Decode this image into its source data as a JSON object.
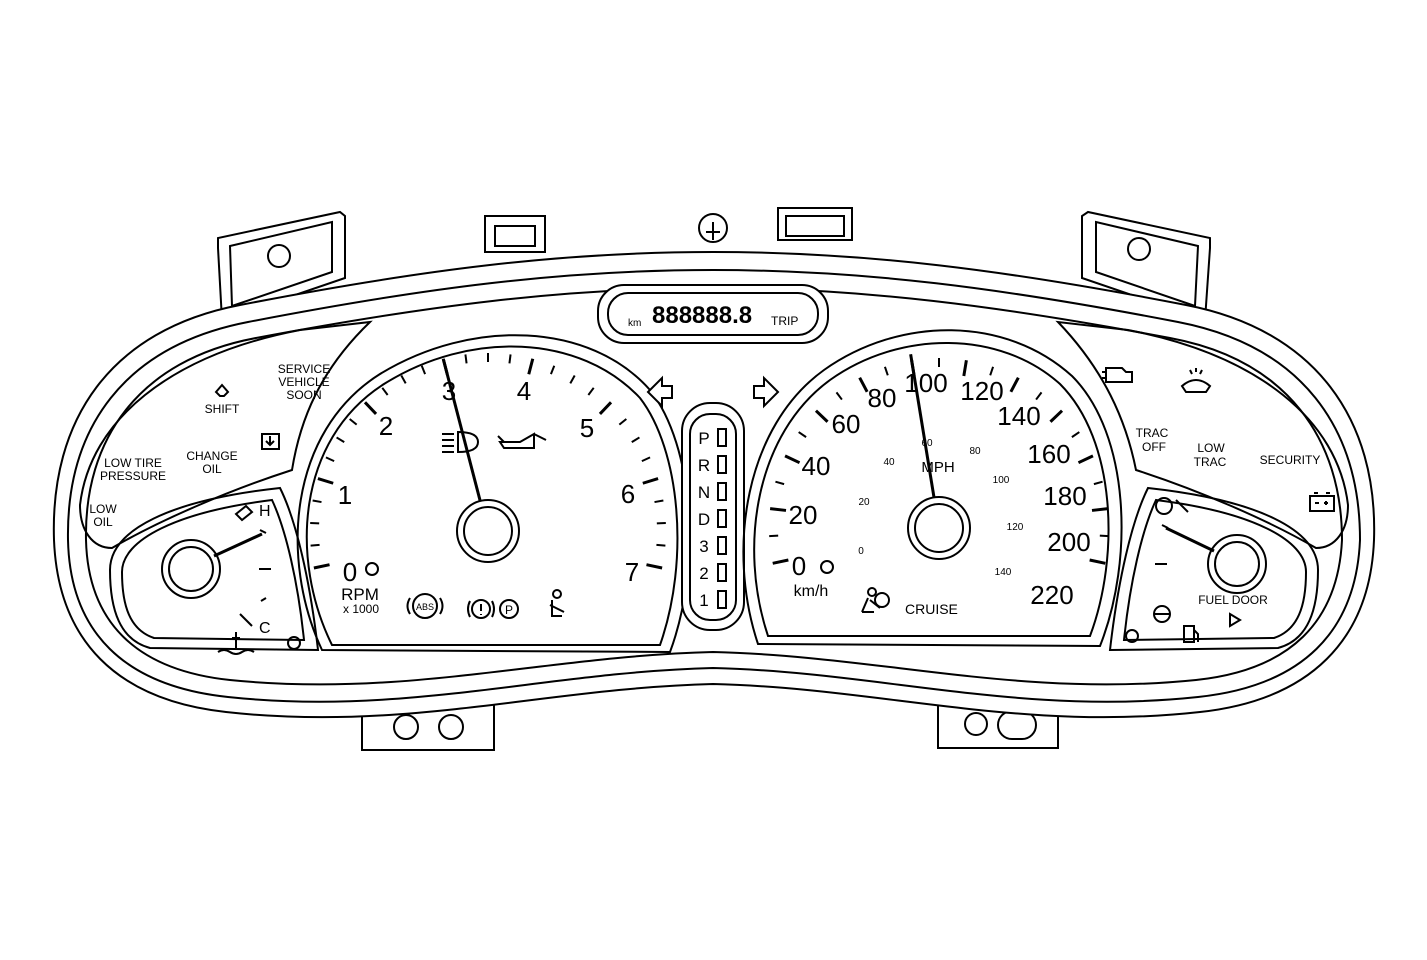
{
  "odometer": {
    "unit": "km",
    "digits": "888888.8",
    "trip_label": "TRIP"
  },
  "tachometer": {
    "labels": [
      "0",
      "1",
      "2",
      "3",
      "4",
      "5",
      "6",
      "7"
    ],
    "unit_label": "RPM",
    "multiplier_label": "x 1000",
    "abs_label": "ABS",
    "brake_label": "P",
    "needle_rpm": 3
  },
  "speedometer": {
    "kmh_labels": [
      "0",
      "20",
      "40",
      "60",
      "80",
      "100",
      "120",
      "140",
      "160",
      "180",
      "200",
      "220"
    ],
    "mph_labels": [
      "0",
      "20",
      "40",
      "60",
      "80",
      "100",
      "120",
      "140"
    ],
    "unit_kmh": "km/h",
    "unit_mph": "MPH",
    "cruise_label": "CRUISE",
    "needle_kmh": 100
  },
  "prndl": [
    "P",
    "R",
    "N",
    "D",
    "3",
    "2",
    "1"
  ],
  "left_panel": {
    "service_vehicle": [
      "SERVICE",
      "VEHICLE",
      "SOON"
    ],
    "shift": "SHIFT",
    "change_oil": [
      "CHANGE",
      "OIL"
    ],
    "low_tire": [
      "LOW TIRE",
      "PRESSURE"
    ],
    "low_oil": [
      "LOW",
      "OIL"
    ]
  },
  "temp_gauge": {
    "hot": "H",
    "cold": "C"
  },
  "right_panel": {
    "trac_off": [
      "TRAC",
      "OFF"
    ],
    "low_trac": [
      "LOW",
      "TRAC"
    ],
    "security": "SECURITY"
  },
  "fuel_gauge": {
    "fuel_door": "FUEL DOOR"
  },
  "icons": [
    "headlamp-icon",
    "oil-can-icon",
    "check-engine-icon",
    "washer-fluid-icon",
    "battery-icon",
    "seatbelt-icon",
    "airbag-icon",
    "turn-left-icon",
    "turn-right-icon",
    "coolant-icon",
    "fuel-pump-icon",
    "trunk-icon",
    "shift-icon"
  ]
}
